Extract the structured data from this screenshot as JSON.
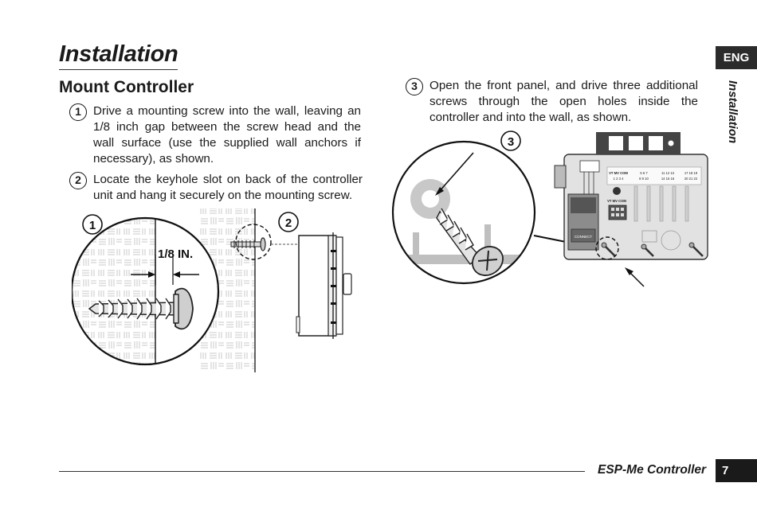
{
  "page": {
    "title": "Installation",
    "section_heading": "Mount Controller",
    "language_tab": "ENG",
    "side_label": "Installation",
    "footer_title": "ESP-Me Controller",
    "page_number": "7"
  },
  "steps": [
    {
      "number": "1",
      "lines": [
        "Drive a mounting screw into the wall, leaving an",
        "1/8 inch gap between the screw head and the",
        "wall surface (use the supplied wall anchors if",
        "necessary), as shown."
      ]
    },
    {
      "number": "2",
      "lines": [
        "Locate the keyhole slot on back of the controller",
        "unit and hang it securely on the mounting screw."
      ]
    },
    {
      "number": "3",
      "lines": [
        "Open the front panel, and drive three additional",
        "screws through the open holes inside the",
        "controller and into the wall, as shown."
      ]
    }
  ],
  "figures": {
    "fig1_marker": "1",
    "fig1_gap_label": "1/8 IN.",
    "fig2_marker": "2",
    "fig3_marker": "3",
    "terminal_labels": {
      "vt_mv_com": "VT MV COM",
      "vt_mv_com_nums": "1 2 3 4",
      "zones_a_top": "5 6 7",
      "zones_a_bottom": "8 9 10",
      "zones_b_top": "11 12 13",
      "zones_b_bottom": "14 15 16",
      "zones_c_top": "17 18 19",
      "zones_c_bottom": "20 21 22",
      "vt_mv_com_2": "VT MV COM",
      "connect": "CONNECT"
    }
  },
  "colors": {
    "ink": "#1a1a1a",
    "tab_background": "#2b2b2b",
    "controller_gray": "#d4d4d4",
    "panel_dark": "#5a5a5a"
  }
}
